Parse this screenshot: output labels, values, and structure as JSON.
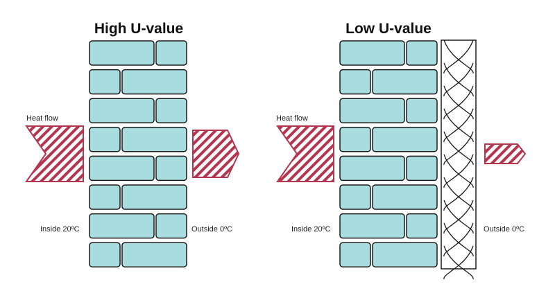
{
  "left_panel": {
    "title": "High U-value",
    "heat_flow_label": "Heat flow",
    "inside_label": "Inside 20ºC",
    "outside_label": "Outside 0ºC"
  },
  "right_panel": {
    "title": "Low U-value",
    "heat_flow_label": "Heat flow",
    "inside_label": "Inside 20ºC",
    "outside_label": "Outside 0ºC"
  },
  "colors": {
    "brick_fill": "#A8DCDF",
    "outline": "#1A1A1A",
    "heat_flow_stripe": "#B5344E",
    "background": "#FFFFFF"
  }
}
